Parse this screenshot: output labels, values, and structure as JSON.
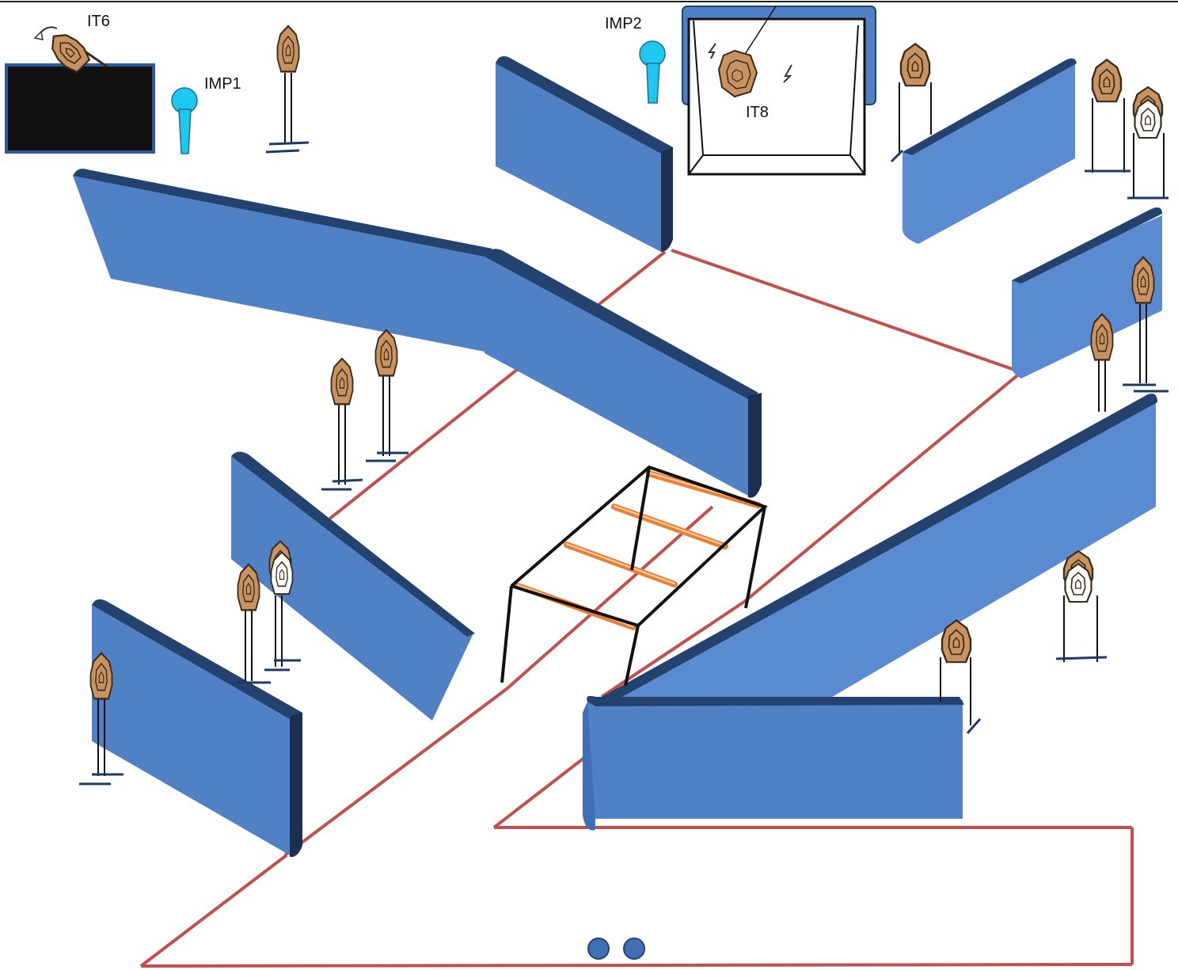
{
  "labels": {
    "it6": "IT6",
    "imp1": "IMP1",
    "imp2": "IMP2",
    "it8": "IT8"
  },
  "colors": {
    "wall_fill": "#4f81c4",
    "wall_edge": "#24426e",
    "fault_line": "#c0504d",
    "target_fill": "#c89360",
    "target_outline": "#3a2a1a",
    "no_shoot_fill": "#ffffff",
    "stand_base": "#1f3864",
    "imp_fill": "#1fc8f0",
    "ladder_bar": "#ed7d31",
    "start_marker": "#3f6fb5",
    "screen_fill": "#111111"
  },
  "icons": {
    "target": "paper-target-icon",
    "no_shoot": "no-shoot-target-icon",
    "popper": "popper-icon",
    "swinger": "swinging-target-icon",
    "start": "start-position-icon"
  }
}
